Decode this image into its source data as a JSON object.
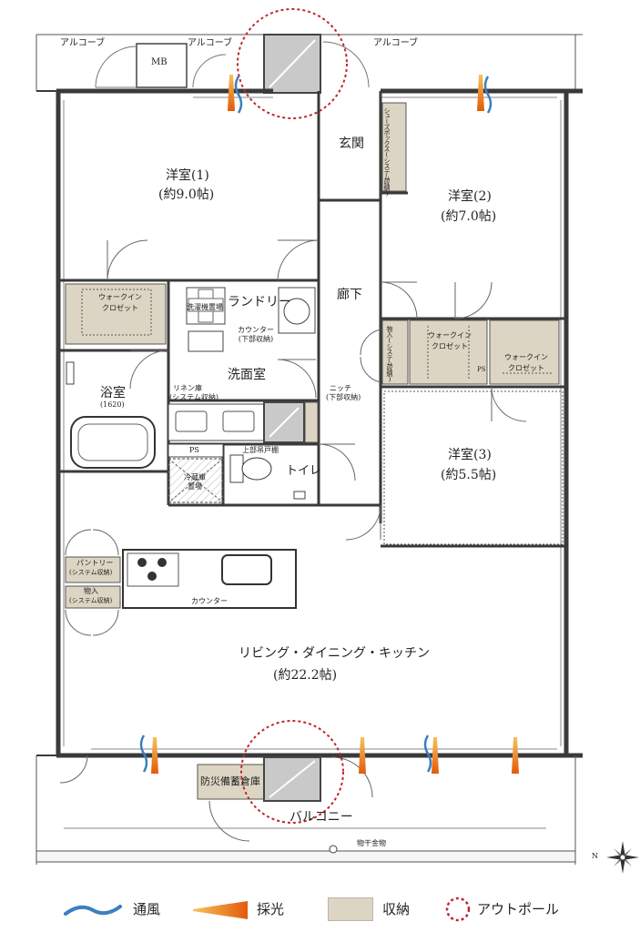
{
  "rooms": {
    "alcove_left": "アルコーブ",
    "alcove_mid": "アルコーブ",
    "alcove_right": "アルコーブ",
    "mb": "MB",
    "genkan": "玄関",
    "shoes_box": "シューズボックス(システム収納)",
    "room1_name": "洋室(1)",
    "room1_size": "(約9.0帖)",
    "room2_name": "洋室(2)",
    "room2_size": "(約7.0帖)",
    "room3_name": "洋室(3)",
    "room3_size": "(約5.5帖)",
    "hallway": "廊下",
    "laundry": "ランドリー",
    "washer": "洗濯機置場",
    "counter_lower": "カウンター(下部収納)",
    "wic1_l1": "ウォークイン",
    "wic1_l2": "クロゼット",
    "wic2_l1": "ウォークイン",
    "wic2_l2": "クロゼット",
    "wic3_l1": "ウォークイン",
    "wic3_l2": "クロゼット",
    "storage_sys": "物入(システム収納)",
    "ps1": "PS",
    "ps2": "PS",
    "bath_l1": "浴室",
    "bath_l2": "(1620)",
    "washroom": "洗面室",
    "linen_l1": "リネン庫",
    "linen_l2": "(システム収納)",
    "niche_l1": "ニッチ",
    "niche_l2": "(下部収納)",
    "upper_shelf": "上部吊戸棚",
    "toilet": "トイレ",
    "fridge_l1": "冷蔵庫",
    "fridge_l2": "置場",
    "pantry_l1": "パントリー",
    "pantry_l2": "(システム収納)",
    "storage2_l1": "物入",
    "storage2_l2": "(システム収納)",
    "counter": "カウンター",
    "ldk_name": "リビング・ダイニング・キッチン",
    "ldk_size": "(約22.2帖)",
    "disaster": "防災備蓄倉庫",
    "balcony": "バルコニー",
    "drying": "物干金物",
    "north": "N"
  },
  "legend": {
    "wind": "通風",
    "light": "採光",
    "storage": "収納",
    "outpole": "アウトポール"
  },
  "colors": {
    "storage_fill": "#ddd5c3",
    "wall": "#3a3a3a",
    "outpole": "#c0262d",
    "wind": "#3c7fc0",
    "light": "#e8760f",
    "grey_box": "#c9c9c9"
  }
}
